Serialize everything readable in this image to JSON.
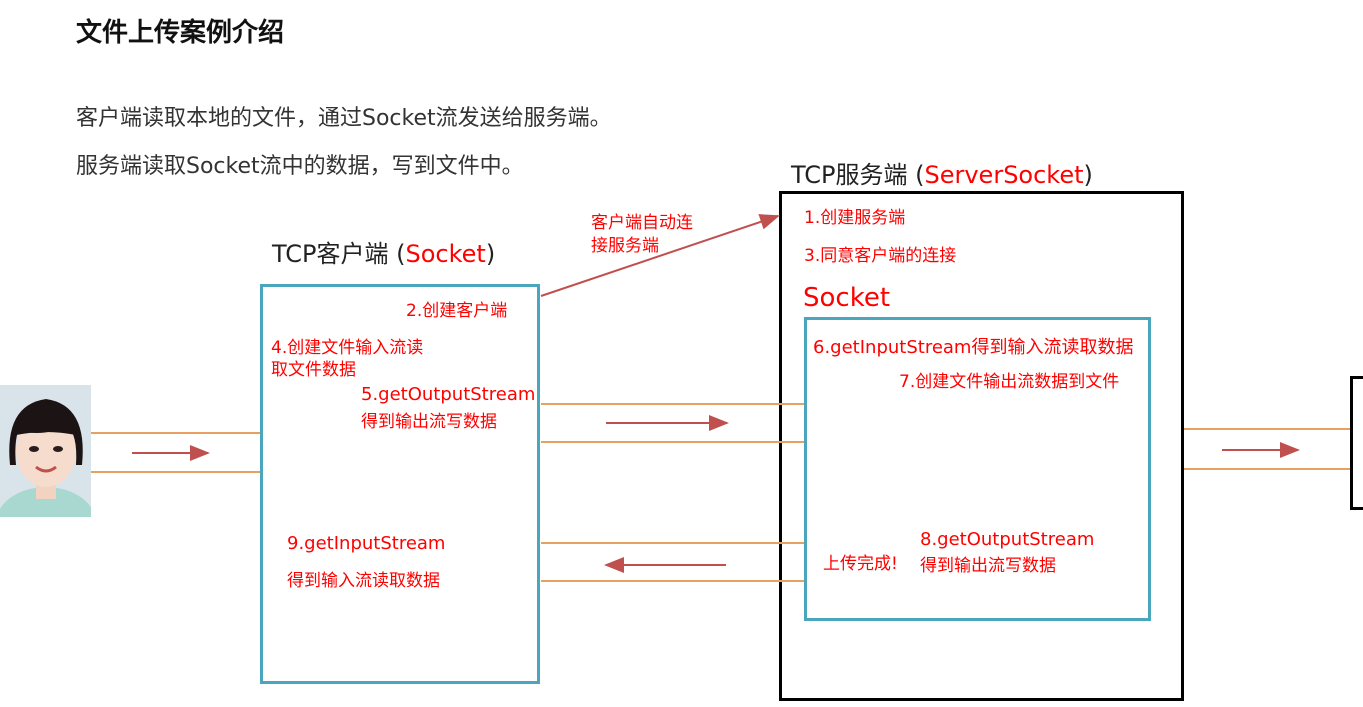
{
  "title": "文件上传案例介绍",
  "intro": {
    "line1": "客户端读取本地的文件，通过Socket流发送给服务端。",
    "line2": "服务端读取Socket流中的数据，写到文件中。"
  },
  "client": {
    "label_prefix": "TCP客户端 (",
    "label_highlight": "Socket",
    "label_suffix": ")",
    "step2": "2.创建客户端",
    "step4_line1": "4.创建文件输入流读",
    "step4_line2": "取文件数据",
    "step5_line1": "5.getOutputStream",
    "step5_line2": "得到输出流写数据",
    "step9_line1": "9.getInputStream",
    "step9_line2": "得到输入流读取数据"
  },
  "connect_note": {
    "line1": "客户端自动连",
    "line2": "接服务端"
  },
  "server": {
    "label_prefix": "TCP服务端 (",
    "label_highlight": "ServerSocket",
    "label_suffix": ")",
    "step1": "1.创建服务端",
    "step3": "3.同意客户端的连接",
    "socket_title": "Socket",
    "step6": "6.getInputStream得到输入流读取数据",
    "step7": "7.创建文件输出流数据到文件",
    "step8_line1": "8.getOutputStream",
    "step8_line2": "得到输出流写数据",
    "done": "上传完成!"
  },
  "colors": {
    "accent_red": "#ff0000",
    "line_orange": "#e8a060",
    "arrow_red": "#c0504d",
    "socket_box": "#4aa6bd"
  }
}
